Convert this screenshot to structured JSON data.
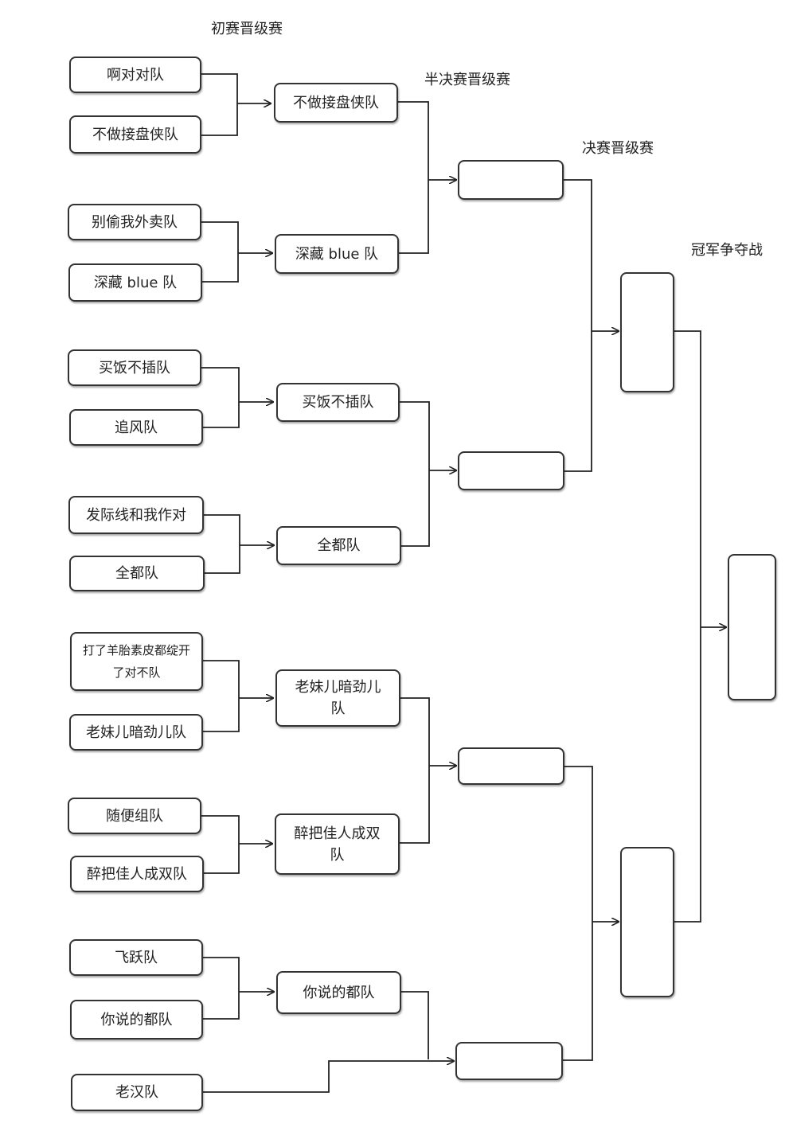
{
  "stages": {
    "round1": "初赛晋级赛",
    "semi": "半决赛晋级赛",
    "final_qual": "决赛晋级赛",
    "championship": "冠军争夺战"
  },
  "round1": [
    "啊对对队",
    "不做接盘侠队",
    "别偷我外卖队",
    "深藏 blue 队",
    "买饭不插队",
    "追风队",
    "发际线和我作对",
    "全都队",
    "打了羊胎素皮都绽开了对不队",
    "老妹儿暗劲儿队",
    "随便组队",
    "醉把佳人成双队",
    "飞跃队",
    "你说的都队",
    "老汉队"
  ],
  "round2": [
    "不做接盘侠队",
    "深藏 blue 队",
    "买饭不插队",
    "全都队",
    "老妹儿暗劲儿队",
    "醉把佳人成双队",
    "你说的都队"
  ],
  "round3": [
    "",
    "",
    "",
    ""
  ],
  "round4": [
    "",
    ""
  ],
  "champion": ""
}
